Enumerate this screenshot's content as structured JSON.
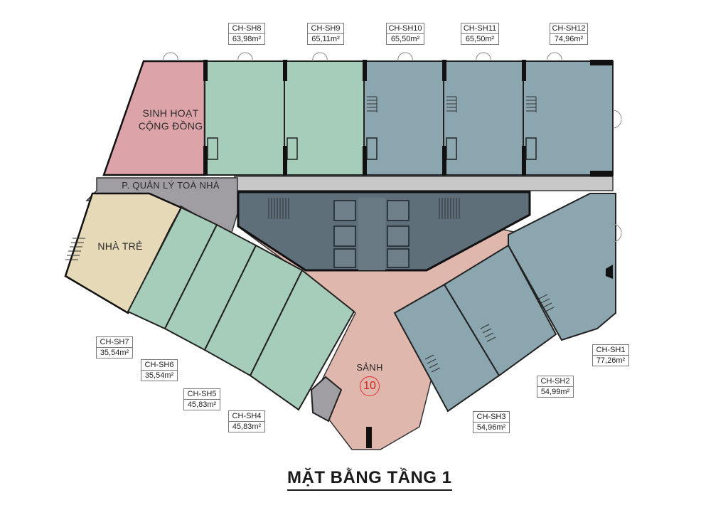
{
  "title": "MẶT BẰNG TẦNG 1",
  "colors": {
    "shop_green": "#a6cdb9",
    "shop_blue": "#8ba6af",
    "community": "#dca3a8",
    "nursery": "#e6d9b8",
    "lobby": "#dfb7ad",
    "management": "#a09ea3",
    "corridor": "#c8c8c8",
    "core": "#5f6f7a",
    "wall": "#111111",
    "badge": "#e03030"
  },
  "rooms": {
    "community": "SINH HOẠT CỘNG ĐỒNG",
    "community_line1": "SINH HOẠT",
    "community_line2": "CỘNG ĐỒNG",
    "management": "P. QUẢN LÝ TOÀ NHÀ",
    "nursery": "NHÀ TRẺ",
    "lobby": "SẢNH",
    "lobby_number": "10"
  },
  "units": [
    {
      "id": "CH-SH1",
      "area": "77,26m²"
    },
    {
      "id": "CH-SH2",
      "area": "54,99m²"
    },
    {
      "id": "CH-SH3",
      "area": "54,96m²"
    },
    {
      "id": "CH-SH4",
      "area": "45,83m²"
    },
    {
      "id": "CH-SH5",
      "area": "45,83m²"
    },
    {
      "id": "CH-SH6",
      "area": "35,54m²"
    },
    {
      "id": "CH-SH7",
      "area": "35,54m²"
    },
    {
      "id": "CH-SH8",
      "area": "63,98m²"
    },
    {
      "id": "CH-SH9",
      "area": "65,11m²"
    },
    {
      "id": "CH-SH10",
      "area": "65,50m²"
    },
    {
      "id": "CH-SH11",
      "area": "65,50m²"
    },
    {
      "id": "CH-SH12",
      "area": "74,96m²"
    }
  ]
}
